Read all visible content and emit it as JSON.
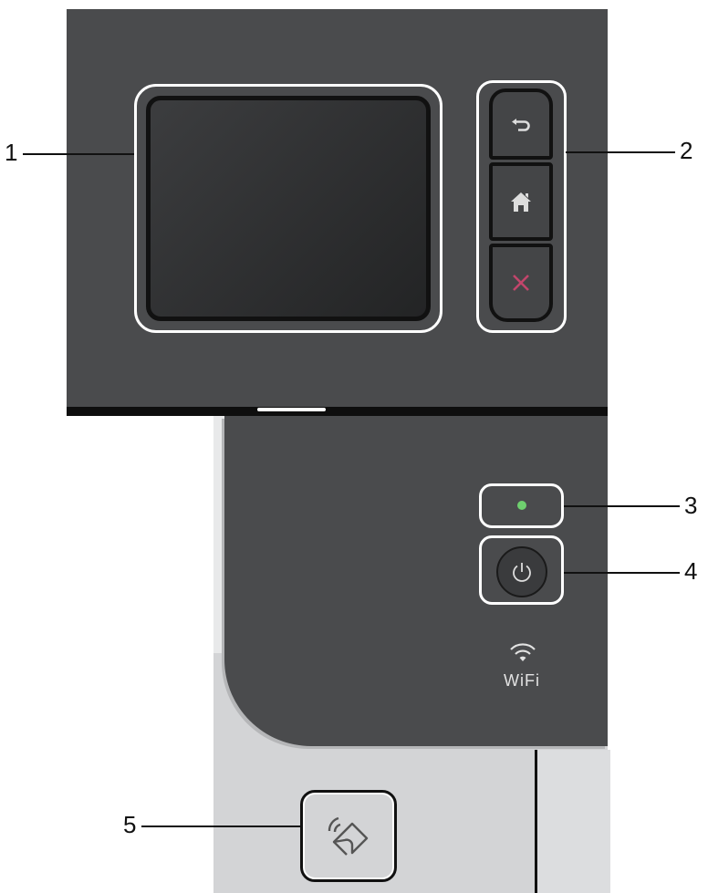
{
  "callouts": {
    "touchscreen": "1",
    "menu_buttons": "2",
    "led_indicator": "3",
    "power_button": "4",
    "nfc_reader": "5"
  },
  "wifi_label": "WiFi",
  "colors": {
    "panel": "#4a4b4d",
    "led": "#6fd06f",
    "cancel_x": "#c2456b",
    "body_light": "#d3d4d6"
  },
  "icons": [
    "back-icon",
    "home-icon",
    "cancel-icon",
    "power-icon",
    "wifi-icon",
    "nfc-icon"
  ]
}
